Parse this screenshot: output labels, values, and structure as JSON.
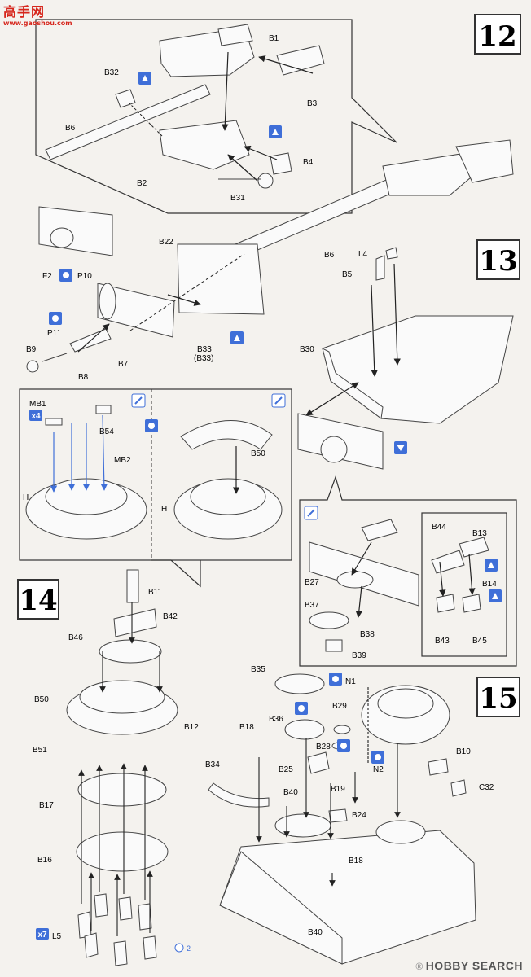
{
  "watermark": {
    "chars": "高手网",
    "url": "www.gaoshou.com"
  },
  "site_brand": {
    "registered": "®",
    "name": "HOBBY SEARCH"
  },
  "steps": {
    "s12": "12",
    "s13": "13",
    "s14": "14",
    "s15": "15"
  },
  "labels": {
    "B1": "B1",
    "B3": "B3",
    "B32": "B32",
    "B6": "B6",
    "B2": "B2",
    "B4": "B4",
    "B31": "B31",
    "B6b": "B6",
    "B22": "B22",
    "F2": "F2",
    "P10": "P10",
    "P11": "P11",
    "B9": "B9",
    "B8": "B8",
    "B7": "B7",
    "B33": "B33",
    "B33p": "(B33)",
    "L4": "L4",
    "B5": "B5",
    "B30": "B30",
    "MB1": "MB1",
    "x4": "x4",
    "B54": "B54",
    "MB2": "MB2",
    "H1": "H",
    "B50a": "B50",
    "H2": "H",
    "B27": "B27",
    "B37": "B37",
    "B38": "B38",
    "B39": "B39",
    "B44": "B44",
    "B13": "B13",
    "B14": "B14",
    "B43": "B43",
    "B45": "B45",
    "B11": "B11",
    "B42": "B42",
    "B46": "B46",
    "B50b": "B50",
    "B12": "B12",
    "B51": "B51",
    "B17": "B17",
    "B16": "B16",
    "x7": "x7",
    "L5": "L5",
    "B35": "B35",
    "N1": "N1",
    "B29": "B29",
    "B36": "B36",
    "B18a": "B18",
    "B28": "B28",
    "B25": "B25",
    "N2": "N2",
    "B10": "B10",
    "B34": "B34",
    "B40a": "B40",
    "B19": "B19",
    "C32": "C32",
    "B24": "B24",
    "B18b": "B18",
    "B40b": "B40",
    "n2": "2"
  },
  "icon_names": [
    "glue-icon",
    "paint-icon",
    "option-icon",
    "cut-icon",
    "bend-icon"
  ]
}
